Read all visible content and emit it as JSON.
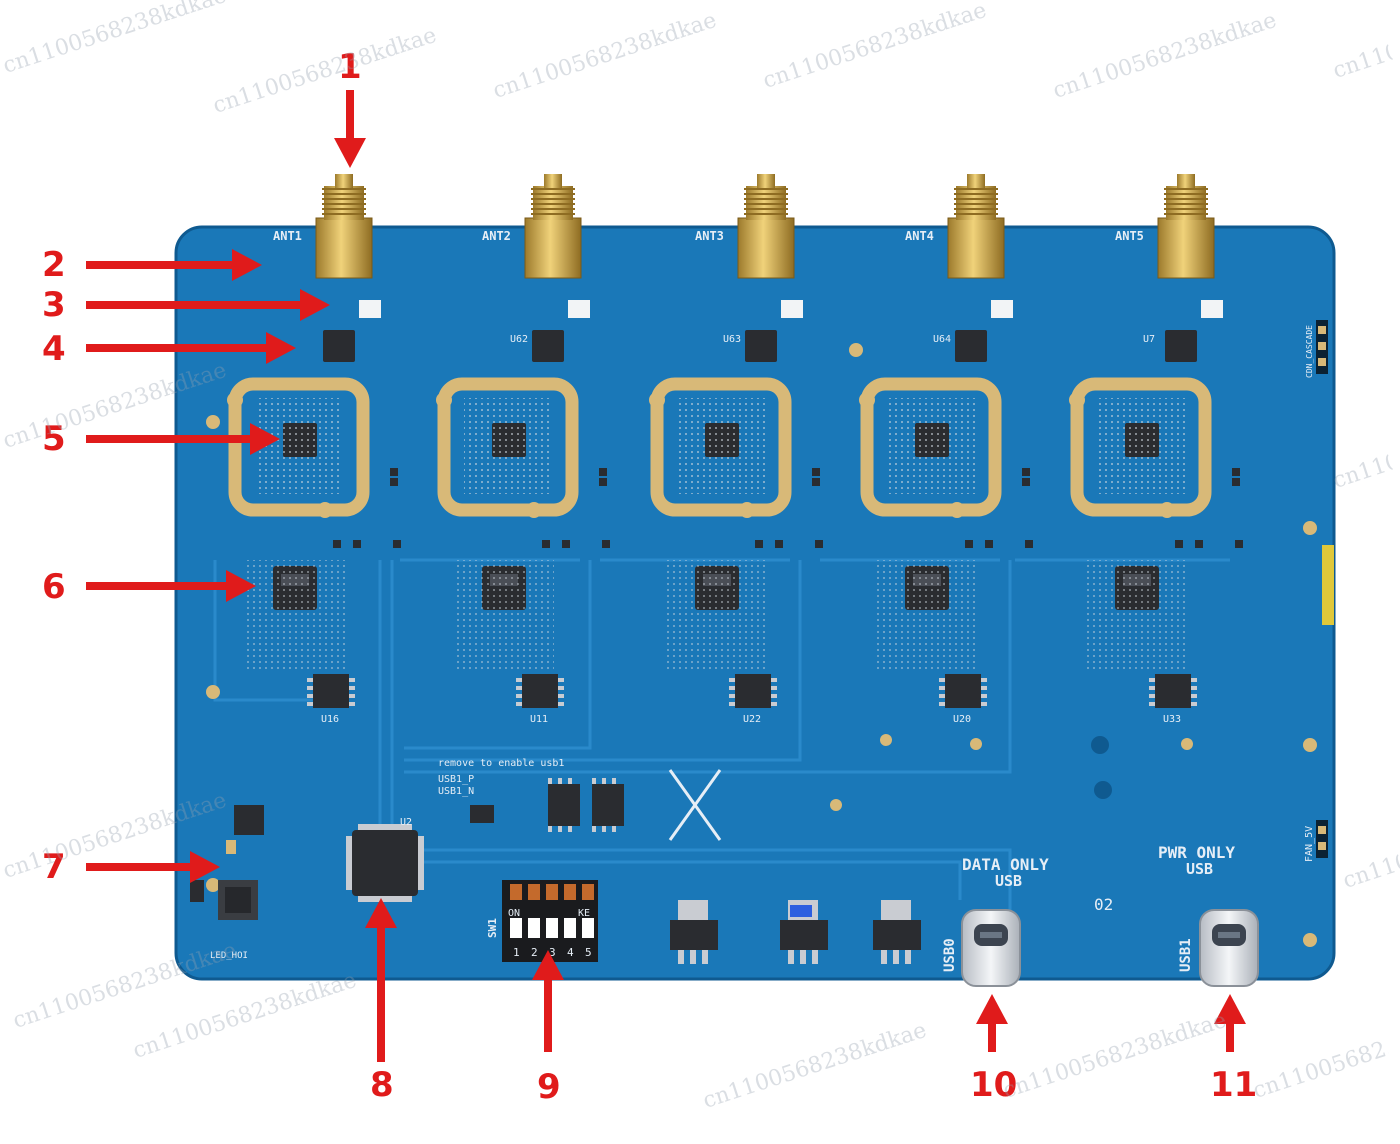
{
  "colors": {
    "background": "#ffffff",
    "pcb": "#1a78b8",
    "pcb_dark": "#12609a",
    "trace": "#2a8acb",
    "gold": "#d8b978",
    "chip": "#2a2c30",
    "silkscreen": "#e6eef6",
    "marker": "#e01b1b"
  },
  "board": {
    "antenna_labels": [
      "ANT1",
      "ANT2",
      "ANT3",
      "ANT4",
      "ANT5"
    ],
    "lna_chip_labels": [
      "U62",
      "U63",
      "U64",
      "U7"
    ],
    "regulator_labels": [
      "U16",
      "U11",
      "U22",
      "U20",
      "U33"
    ],
    "pads_note": "remove to enable usb1",
    "usb_p": "USB1_P",
    "usb_n": "USB1_N",
    "data_only_line1": "DATA ONLY",
    "data_only_line2": "USB",
    "pwr_only_line1": "PWR ONLY",
    "pwr_only_line2": "USB",
    "usb0_label": "USB0",
    "usb1_label": "USB1",
    "switch_label": "SW1",
    "switch_on": "ON",
    "switch_ke": "KE",
    "switch_numbers": [
      "1",
      "2",
      "3",
      "4",
      "5"
    ],
    "board_id": "02",
    "fan_label": "FAN_5V",
    "cdn_label": "CDN_CASCADE",
    "led_label": "LED_HOI",
    "mcu_label": "U2"
  },
  "callouts": [
    "1",
    "2",
    "3",
    "4",
    "5",
    "6",
    "7",
    "8",
    "9",
    "10",
    "11"
  ],
  "watermark": "cn1100568238kdkae"
}
